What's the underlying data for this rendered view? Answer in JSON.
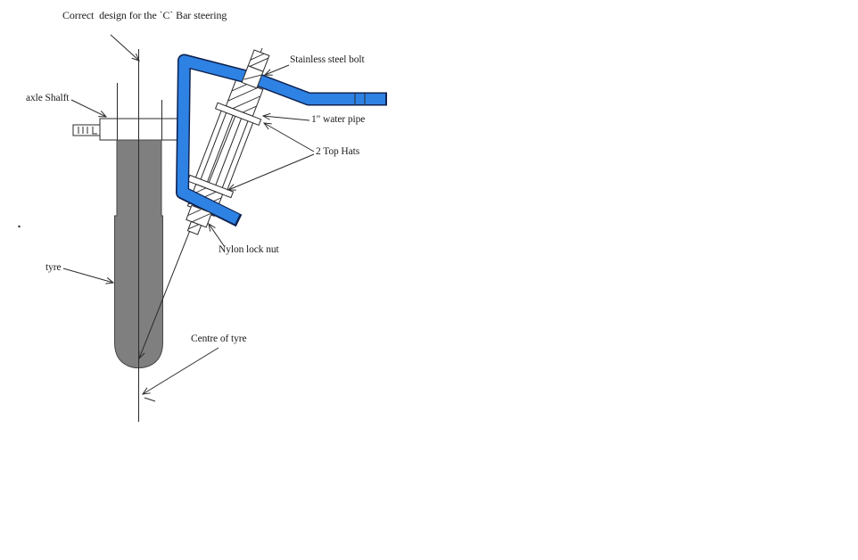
{
  "diagram": {
    "title": "Correct  design for the `C` Bar steering",
    "labels": {
      "axle_shaft": "axle Shalft",
      "stainless_bolt": "Stainless steel bolt",
      "water_pipe": "1\" water pipe",
      "top_hats": "2 Top Hats",
      "nylon_lock_nut": "Nylon lock nut",
      "tyre": "tyre",
      "centre_of_tyre": "Centre of tyre"
    },
    "parts_depicted": [
      "C bar steering frame",
      "stainless steel bolt",
      "1 inch water pipe",
      "2 top hats",
      "nylon lock nut",
      "axle shaft",
      "tyre"
    ]
  },
  "colors": {
    "background": "#ffffff",
    "bar_blue": "#2e82e4",
    "bar_outline": "#0e2250",
    "tyre_gray": "#7f7f7f",
    "tyre_outline": "#474747",
    "line": "#2a2a2a",
    "text": "#1b1b1b"
  }
}
